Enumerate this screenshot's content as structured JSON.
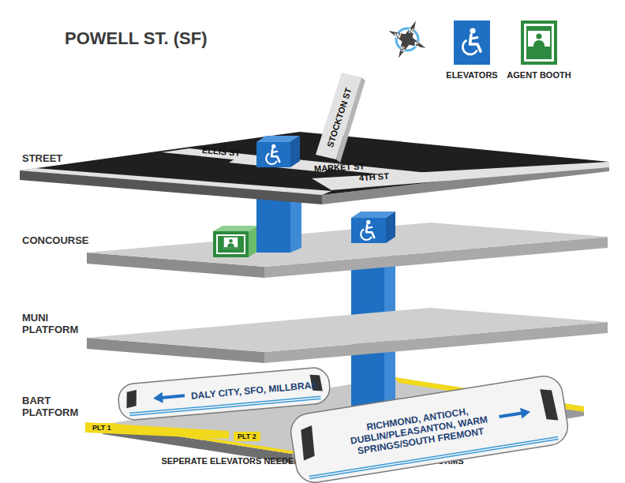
{
  "diagram": {
    "title": "POWELL ST. (SF)",
    "caption": "SEPERATE ELEVATORS NEEDED FROM STREET TO TRAIN PLATFORMS",
    "nodes": [
      {
        "text": [
          "DALY CITY, SFO, MILLBRAE"
        ]
      },
      {
        "text": [
          "RICHMOND, ANTIOCH, DUBLIN/PLEASANTON, WARM SPRINGS/SOUTH FREMONT"
        ]
      },
      {
        "text": [
          "PLT 1"
        ]
      },
      {
        "text": [
          "PLT 2"
        ]
      }
    ],
    "labels": [
      "STREET",
      "CONCOURSE",
      "MUNI PLATFORM",
      "BART PLATFORM",
      "ELLIS ST",
      "STOCKTON ST",
      "MARKET ST",
      "4TH ST",
      "N",
      "E",
      "S",
      "W"
    ],
    "legend": [
      {
        "text": "ELEVATORS"
      },
      {
        "text": "AGENT BOOTH"
      }
    ]
  }
}
